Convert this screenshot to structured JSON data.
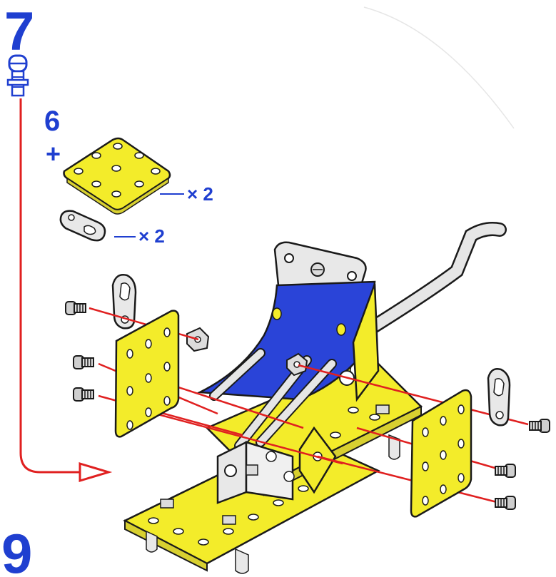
{
  "steps": {
    "current": "7",
    "next": "9"
  },
  "parts": {
    "bolt_count": "6",
    "plus": "+",
    "flat_plate": {
      "qty": "× 2",
      "icon": "flat-plate-icon"
    },
    "double_bracket": {
      "qty": "× 2",
      "icon": "double-bracket-icon"
    }
  },
  "colors": {
    "step_blue": "#1f3fd0",
    "guide_red": "#e02020",
    "part_yellow": "#f3ec2a",
    "seat_blue": "#2a44d8",
    "metal_grey": "#cfcfcf",
    "outline": "#1a1a1a"
  }
}
